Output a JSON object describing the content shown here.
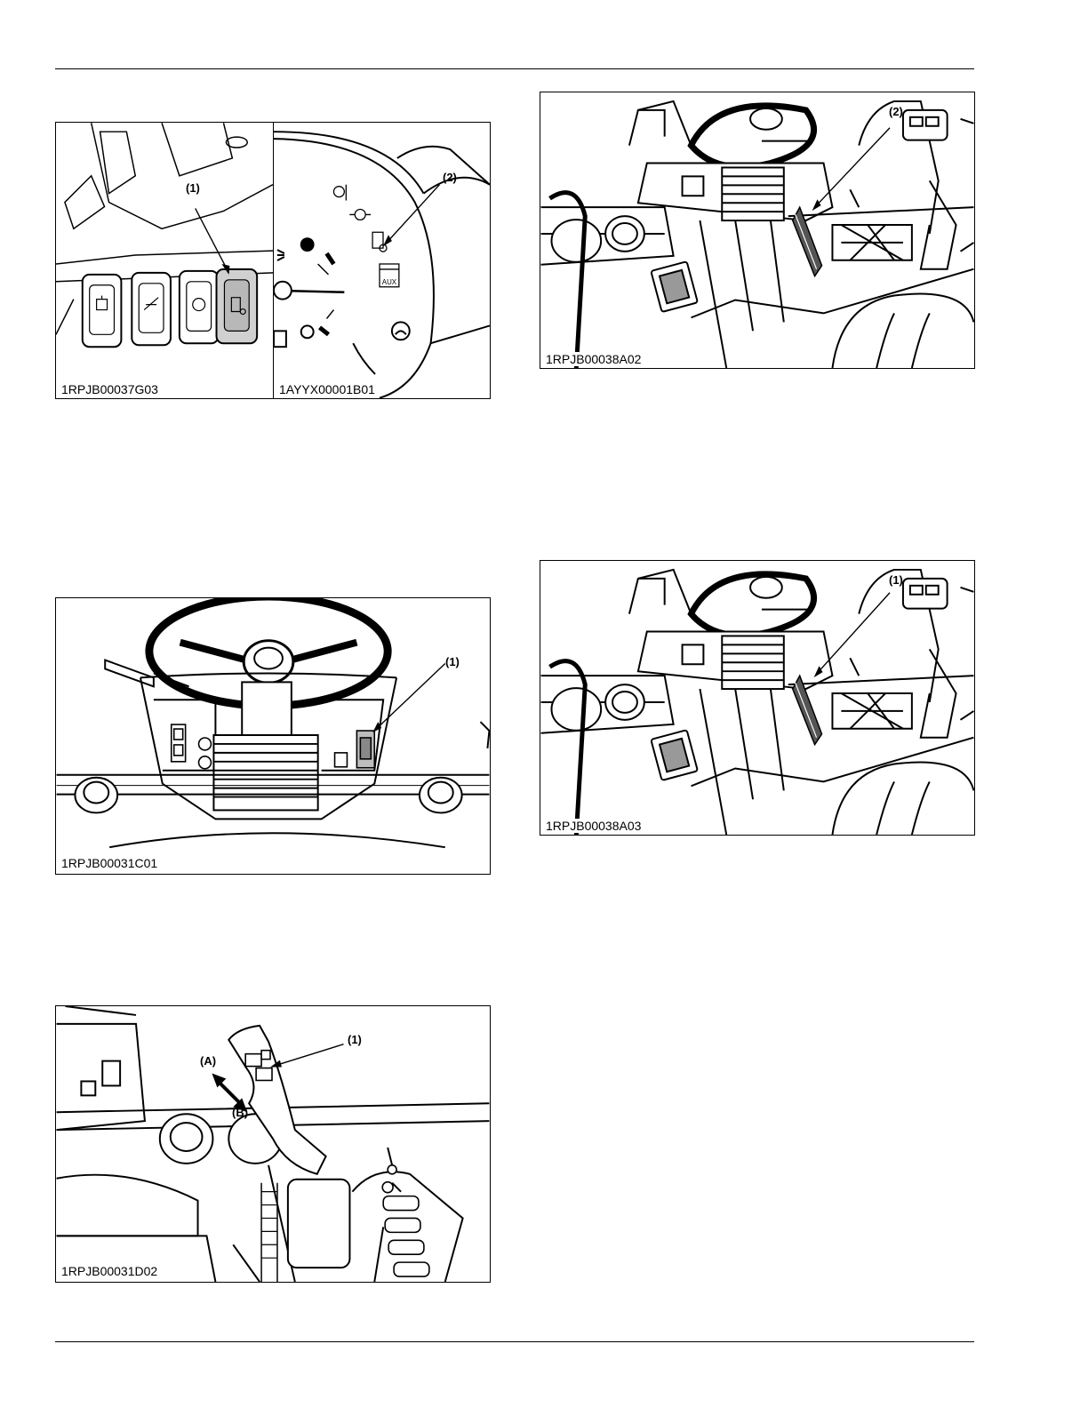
{
  "figures": {
    "switch_panel": {
      "code": "1RPJB00037G03",
      "callout": "(1)"
    },
    "gauge": {
      "code": "1AYYX00001B01",
      "callout": "(2)",
      "aux_label": "AUX"
    },
    "steering_panel": {
      "code": "1RPJB00031C01",
      "callout": "(1)"
    },
    "joystick": {
      "code": "1RPJB00031D02",
      "callout": "(1)",
      "label_a": "(A)",
      "label_b": "(B)"
    },
    "pedal_2": {
      "code": "1RPJB00038A02",
      "callout": "(2)"
    },
    "pedal_1": {
      "code": "1RPJB00038A03",
      "callout": "(1)"
    }
  }
}
